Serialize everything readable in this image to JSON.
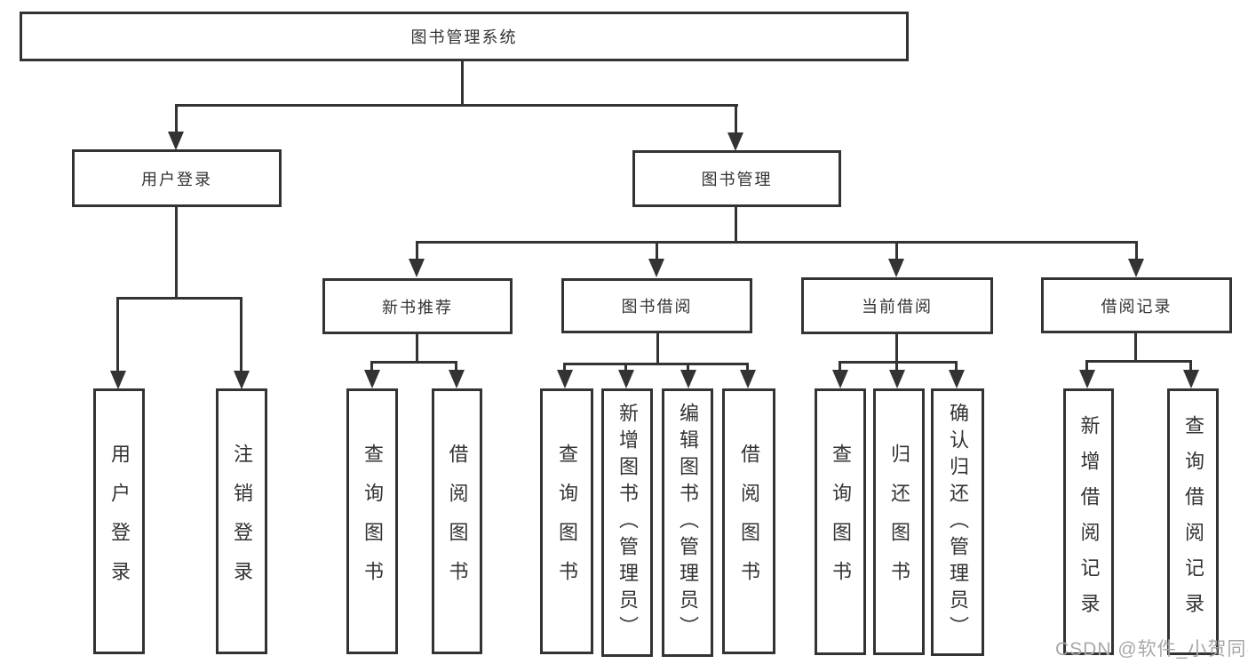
{
  "tree": {
    "label": "图书管理系统",
    "children": [
      {
        "label": "用户登录",
        "children": [
          {
            "label": "用户登录"
          },
          {
            "label": "注销登录"
          }
        ]
      },
      {
        "label": "图书管理",
        "children": [
          {
            "label": "新书推荐",
            "children": [
              {
                "label": "查询图书"
              },
              {
                "label": "借阅图书"
              }
            ]
          },
          {
            "label": "图书借阅",
            "children": [
              {
                "label": "查询图书"
              },
              {
                "label": "新增图书（管理员）"
              },
              {
                "label": "编辑图书（管理员）"
              },
              {
                "label": "借阅图书"
              }
            ]
          },
          {
            "label": "当前借阅",
            "children": [
              {
                "label": "查询图书"
              },
              {
                "label": "归还图书"
              },
              {
                "label": "确认归还（管理员）"
              }
            ]
          },
          {
            "label": "借阅记录",
            "children": [
              {
                "label": "新增借阅记录"
              },
              {
                "label": "查询借阅记录"
              }
            ]
          }
        ]
      }
    ]
  },
  "watermark": {
    "text": "CSDN @软件_小贺同学"
  },
  "colors": {
    "line": "#333333",
    "box_border": "#333333",
    "text": "#333333",
    "watermark": "#a8a8a8",
    "background": "#ffffff"
  }
}
